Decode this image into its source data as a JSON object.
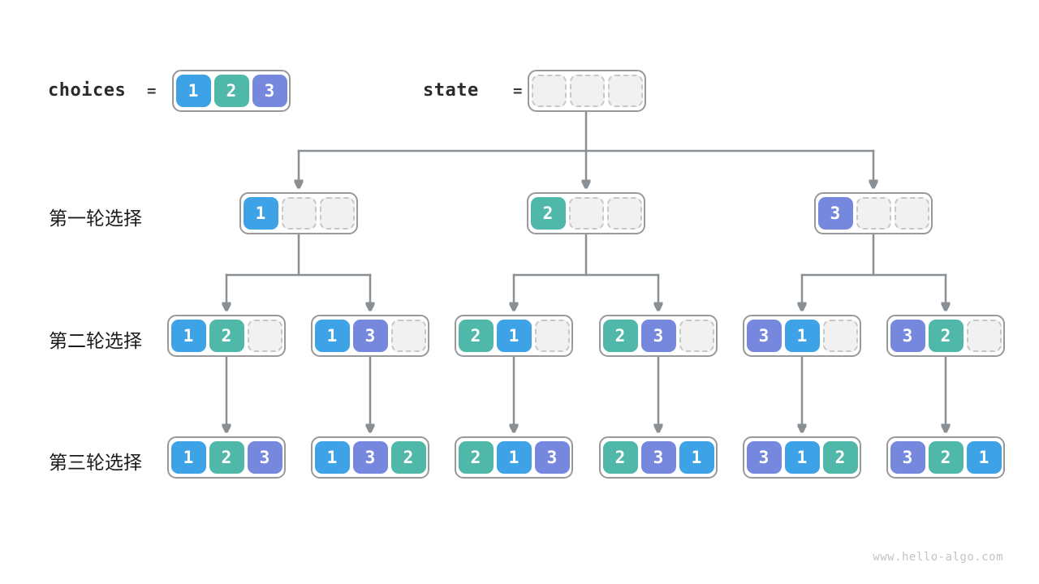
{
  "watermark": "www.hello-algo.com",
  "colors": {
    "c1": "#3ea2e6",
    "c2": "#4fb8a8",
    "c3": "#7687de",
    "line": "#8a8f93",
    "node_border": "#97999b",
    "empty_bg": "#f1f1f2",
    "empty_border": "#c7c7c7"
  },
  "header": {
    "choices_label": "choices",
    "state_label": "state",
    "equals": "=",
    "choices_cells": [
      "1",
      "2",
      "3"
    ],
    "state_cells": [
      "",
      "",
      ""
    ]
  },
  "rows": [
    {
      "label": "第一轮选择",
      "nodes": [
        [
          "1",
          "",
          ""
        ],
        [
          "2",
          "",
          ""
        ],
        [
          "3",
          "",
          ""
        ]
      ]
    },
    {
      "label": "第二轮选择",
      "nodes": [
        [
          "1",
          "2",
          ""
        ],
        [
          "1",
          "3",
          ""
        ],
        [
          "2",
          "1",
          ""
        ],
        [
          "2",
          "3",
          ""
        ],
        [
          "3",
          "1",
          ""
        ],
        [
          "3",
          "2",
          ""
        ]
      ]
    },
    {
      "label": "第三轮选择",
      "nodes": [
        [
          "1",
          "2",
          "3"
        ],
        [
          "1",
          "3",
          "2"
        ],
        [
          "2",
          "1",
          "3"
        ],
        [
          "2",
          "3",
          "1"
        ],
        [
          "3",
          "1",
          "2"
        ],
        [
          "3",
          "2",
          "1"
        ]
      ]
    }
  ]
}
